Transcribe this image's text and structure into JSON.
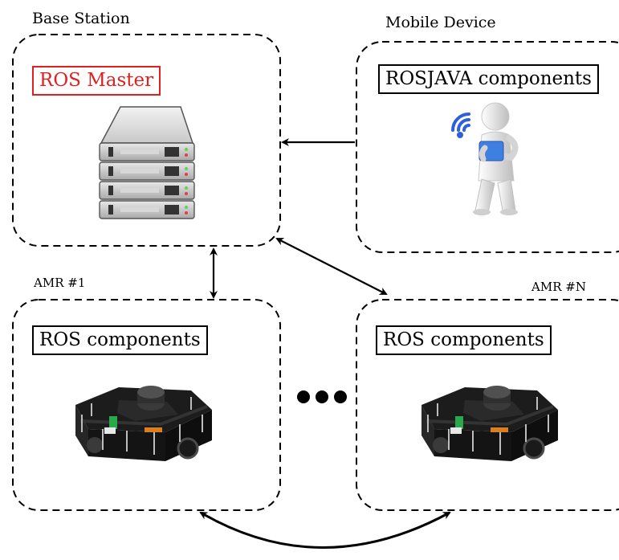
{
  "nodes": {
    "base_station": {
      "title": "Base Station",
      "box_label": "ROS Master",
      "icon": "server-icon"
    },
    "mobile_device": {
      "title": "Mobile Device",
      "box_label": "ROSJAVA components",
      "icon": "person-with-tablet-wifi-icon"
    },
    "amr_1": {
      "title": "AMR #1",
      "box_label": "ROS components",
      "icon": "robot-icon"
    },
    "amr_n": {
      "title": "AMR #N",
      "box_label": "ROS components",
      "icon": "robot-icon"
    }
  },
  "edges": [
    {
      "from": "mobile_device",
      "to": "base_station",
      "type": "one-way"
    },
    {
      "from": "base_station",
      "to": "amr_1",
      "type": "two-way"
    },
    {
      "from": "base_station",
      "to": "amr_n",
      "type": "two-way"
    },
    {
      "from": "amr_1",
      "to": "amr_n",
      "type": "two-way"
    }
  ],
  "colors": {
    "master_label": "#e0201e",
    "wifi": "#2f5fe0",
    "tablet": "#3f7fe0"
  },
  "ellipsis_icon": "ellipsis-icon"
}
